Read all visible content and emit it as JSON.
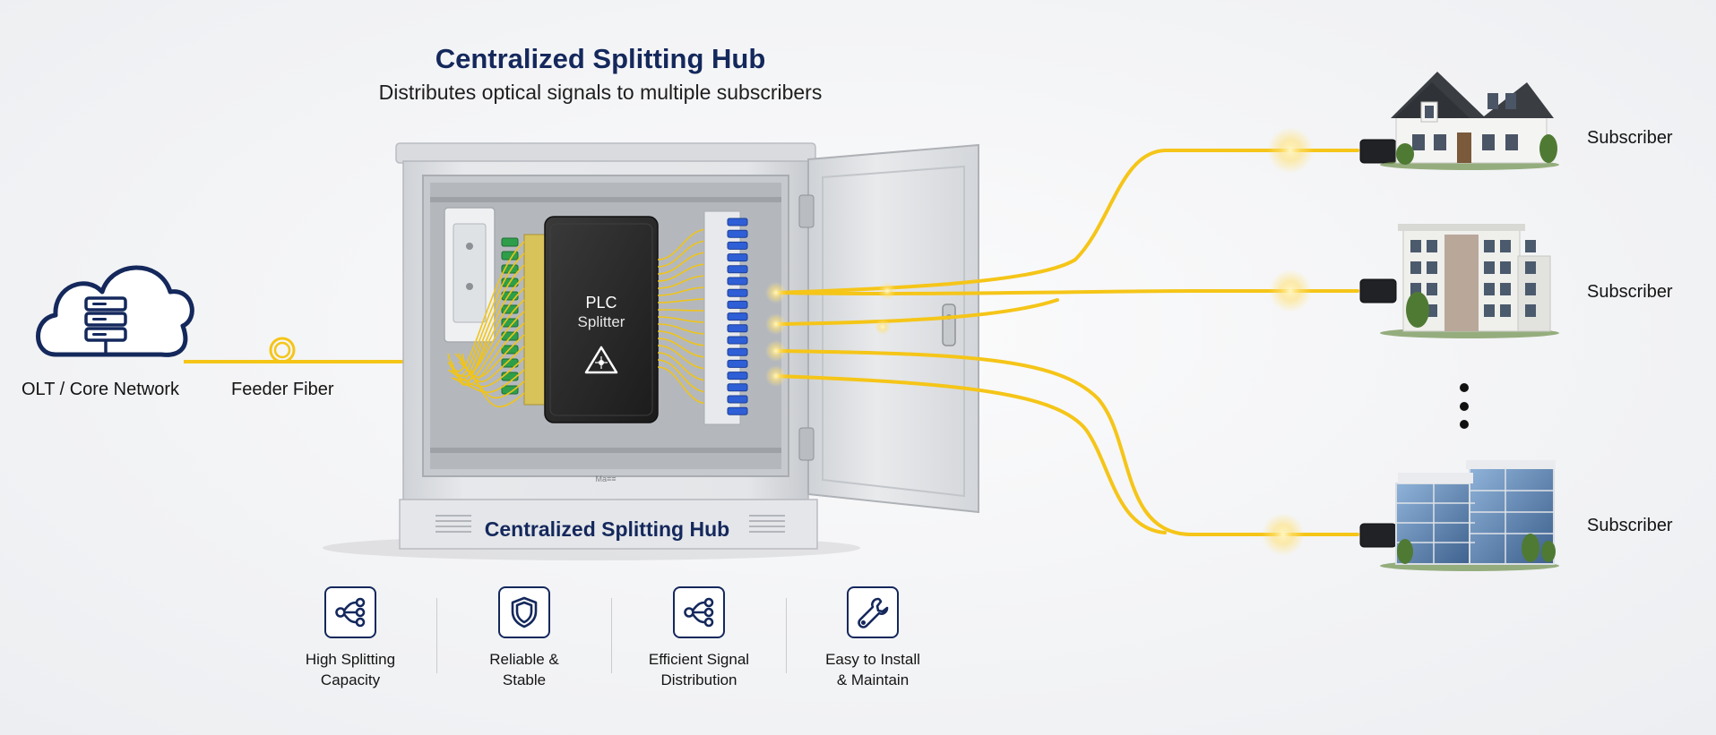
{
  "header": {
    "title": "Centralized Splitting Hub",
    "subtitle": "Distributes optical signals to multiple subscribers"
  },
  "olt": {
    "label": "OLT / Core Network",
    "icon": "cloud-server-icon"
  },
  "feeder": {
    "label": "Feeder Fiber"
  },
  "cabinet": {
    "plate_label": "Centralized Splitting Hub",
    "splitter_line1": "PLC",
    "splitter_line2": "Splitter",
    "brand_mark": "Ma≡≡"
  },
  "subscribers": [
    {
      "label": "Subscriber",
      "type": "house"
    },
    {
      "label": "Subscriber",
      "type": "apartment"
    },
    {
      "label": "Subscriber",
      "type": "office"
    }
  ],
  "features": [
    {
      "line1": "High Splitting",
      "line2": "Capacity",
      "icon": "split-icon"
    },
    {
      "line1": "Reliable &",
      "line2": "Stable",
      "icon": "shield-icon"
    },
    {
      "line1": "Efficient Signal",
      "line2": "Distribution",
      "icon": "split-icon"
    },
    {
      "line1": "Easy to Install",
      "line2": "& Maintain",
      "icon": "wrench-icon"
    }
  ],
  "colors": {
    "navy": "#14285c",
    "fiber_yellow": "#f5c518",
    "cabinet_grey": "#dfe1e4",
    "splitter_black": "#262626",
    "adapter_blue": "#2f5fd6"
  }
}
